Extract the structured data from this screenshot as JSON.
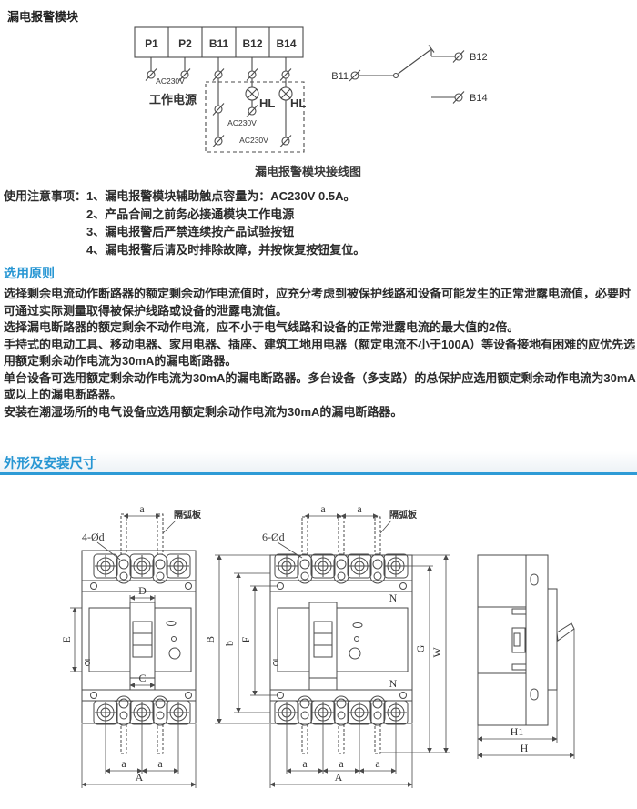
{
  "page": {
    "title": "漏电报警模块"
  },
  "wiring": {
    "terminals": [
      "P1",
      "P2",
      "B11",
      "B12",
      "B14"
    ],
    "ac_label": "AC230V",
    "power_label": "工作电源",
    "hl_label": "HL",
    "caption": "漏电报警模块接线图"
  },
  "notes": {
    "label": "使用注意事项：",
    "items": [
      "1、漏电报警模块辅助触点容量为：AC230V 0.5A。",
      "2、产品合闸之前务必接通模块工作电源",
      "3、漏电报警后严禁连续按产品试验按钮",
      "4、漏电报警后请及时排除故障，并按恢复按钮复位。"
    ]
  },
  "selection": {
    "heading": "选用原则",
    "lines": [
      "选择剩余电流动作断路器的额定剩余动作电流值时，应充分考虑到被保护线路和设备可能发生的正常泄露电流值，必要时",
      "可通过实际测量取得被保护线路或设备的泄露电流值。",
      "选择漏电断路器的额定剩余不动作电流，应不小于电气线路和设备的正常泄露电流的最大值的2倍。",
      "手持式的电动工具、移动电器、家用电器、插座、建筑工地用电器（额定电流不小于100A）等设备接地有困难的应优先选",
      "用额定剩余动作电流为30mA的漏电断路器。",
      "单台设备可选用额定剩余动作电流为30mA的漏电断路器。多台设备（多支路）的总保护应选用额定剩余动作电流为30mA",
      "或以上的漏电断路器。",
      "安装在潮湿场所的电气设备应选用额定剩余动作电流为30mA的漏电断路器。"
    ]
  },
  "dimensions": {
    "heading": "外形及安装尺寸",
    "labels": {
      "a": "a",
      "A": "A",
      "B": "B",
      "b": "b",
      "C": "C",
      "D": "D",
      "E": "E",
      "F": "F",
      "G": "G",
      "W": "W",
      "H": "H",
      "H1": "H1",
      "N": "N",
      "holes3": "4-Ød",
      "holes4": "6-Ød",
      "arc_plate": "隔弧板"
    }
  },
  "colors": {
    "accent": "#2796d3",
    "line": "#4a4a4a"
  }
}
